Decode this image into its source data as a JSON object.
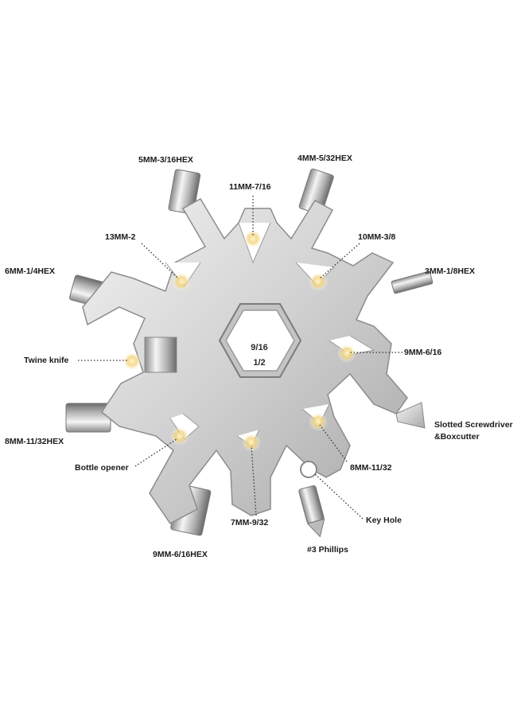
{
  "center": {
    "line1": "9/16",
    "line2": "1/2"
  },
  "labels": {
    "hex_5mm": "5MM-3/16HEX",
    "hex_4mm": "4MM-5/32HEX",
    "w_11mm": "11MM-7/16",
    "w_13mm": "13MM-2",
    "w_10mm": "10MM-3/8",
    "hex_6mm": "6MM-1/4HEX",
    "hex_3mm": "3MM-1/8HEX",
    "twine": "Twine knife",
    "w_9mm": "9MM-6/16",
    "screwdriver_1": "Slotted Screwdriver",
    "screwdriver_2": "&Boxcutter",
    "hex_8mm": "8MM-11/32HEX",
    "w_8mm": "8MM-11/32",
    "bottle": "Bottle opener",
    "keyhole": "Key Hole",
    "w_7mm": "7MM-9/32",
    "hex_9mm": "9MM-6/16HEX",
    "phillips": "#3 Phillips"
  }
}
